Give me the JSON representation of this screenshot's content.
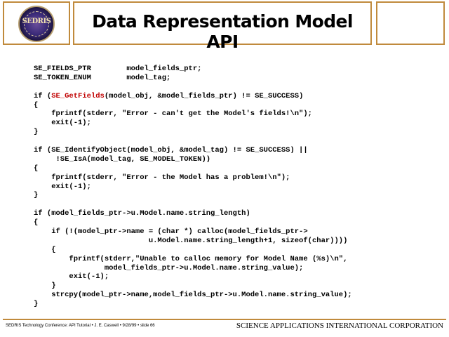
{
  "header": {
    "logo_text": "SEDRIS",
    "title": "Data Representation Model API"
  },
  "code": {
    "lines": [
      "SE_FIELDS_PTR        model_fields_ptr;",
      "SE_TOKEN_ENUM        model_tag;",
      "",
      "if (SE_GetFields(model_obj, &model_fields_ptr) != SE_SUCCESS)",
      "{",
      "    fprintf(stderr, \"Error - can't get the Model's fields!\\n\");",
      "    exit(-1);",
      "}",
      "",
      "if (SE_IdentifyObject(model_obj, &model_tag) != SE_SUCCESS) ||",
      "     !SE_IsA(model_tag, SE_MODEL_TOKEN))",
      "{",
      "    fprintf(stderr, \"Error - the Model has a problem!\\n\");",
      "    exit(-1);",
      "}",
      "",
      "if (model_fields_ptr->u.Model.name.string_length)",
      "{",
      "    if (!(model_ptr->name = (char *) calloc(model_fields_ptr->",
      "                          u.Model.name.string_length+1, sizeof(char))))",
      "    {",
      "        fprintf(stderr,\"Unable to calloc memory for Model Name (%s)\\n\",",
      "                model_fields_ptr->u.Model.name.string_value);",
      "        exit(-1);",
      "    }",
      "    strcpy(model_ptr->name,model_fields_ptr->u.Model.name.string_value);",
      "}"
    ],
    "highlight": {
      "line_index": 3,
      "text": "SE_GetFields",
      "color": "#c00000"
    }
  },
  "footer": {
    "left": "SEDRIS Technology Conference: API Tutorial • J. E. Caswell • 9/28/99 • slide 66",
    "right": "SCIENCE APPLICATIONS INTERNATIONAL CORPORATION"
  },
  "colors": {
    "frame": "#c08a3c",
    "text": "#000000"
  }
}
